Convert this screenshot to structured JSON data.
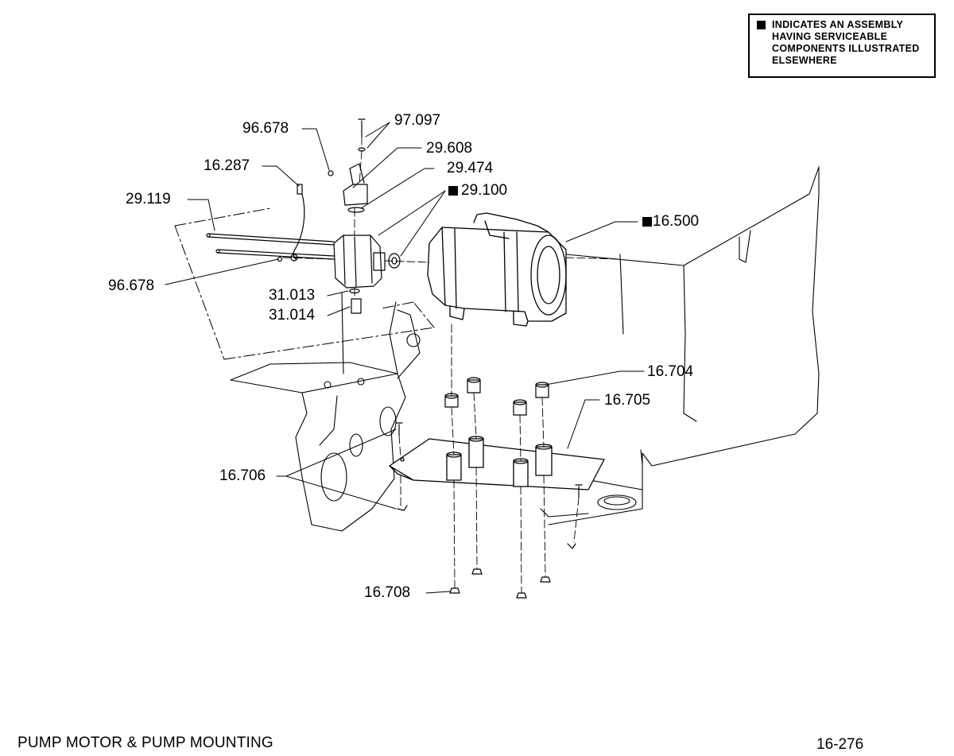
{
  "legend": {
    "lines": [
      "INDICATES AN ASSEMBLY",
      "HAVING SERVICEABLE",
      "COMPONENTS ILLUSTRATED",
      "ELSEWHERE"
    ]
  },
  "callouts": [
    {
      "id": "96678-top",
      "text": "96.678",
      "marker": false
    },
    {
      "id": "97097",
      "text": "97.097",
      "marker": false
    },
    {
      "id": "29608",
      "text": "29.608",
      "marker": false
    },
    {
      "id": "16287",
      "text": "16.287",
      "marker": false
    },
    {
      "id": "29474",
      "text": "29.474",
      "marker": false
    },
    {
      "id": "29100",
      "text": "29.100",
      "marker": true
    },
    {
      "id": "29119",
      "text": "29.119",
      "marker": false
    },
    {
      "id": "16500",
      "text": "16.500",
      "marker": true
    },
    {
      "id": "96678-bottom",
      "text": "96.678",
      "marker": false
    },
    {
      "id": "31013",
      "text": "31.013",
      "marker": false
    },
    {
      "id": "31014",
      "text": "31.014",
      "marker": false
    },
    {
      "id": "16704",
      "text": "16.704",
      "marker": false
    },
    {
      "id": "16705",
      "text": "16.705",
      "marker": false
    },
    {
      "id": "16706",
      "text": "16.706",
      "marker": false
    },
    {
      "id": "16708",
      "text": "16.708",
      "marker": false
    }
  ],
  "footer": {
    "title": "PUMP MOTOR & PUMP MOUNTING",
    "page": "16-276"
  }
}
